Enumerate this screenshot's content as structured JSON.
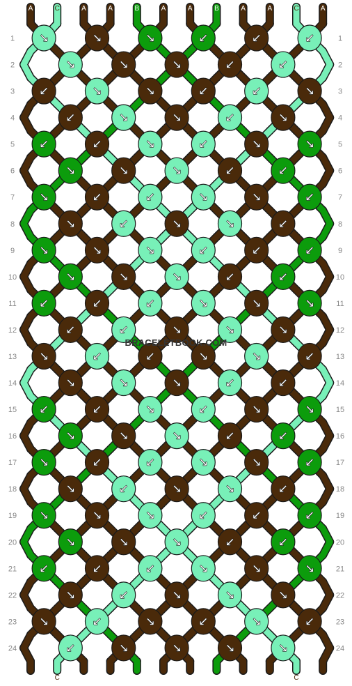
{
  "colors": {
    "A": "#4a2a0a",
    "B": "#0c9c0c",
    "C": "#78f0b8",
    "arrow": "#ffffff",
    "row_number": "#888888"
  },
  "strands_top": [
    "A",
    "C",
    "A",
    "A",
    "B",
    "A",
    "A",
    "B",
    "A",
    "A",
    "C",
    "A"
  ],
  "strands_bottom": [
    "A",
    "C",
    "A",
    "A",
    "B",
    "A",
    "A",
    "B",
    "A",
    "A",
    "C",
    "A"
  ],
  "row_numbers": [
    "1",
    "2",
    "3",
    "4",
    "5",
    "6",
    "7",
    "8",
    "9",
    "10",
    "11",
    "12",
    "13",
    "14",
    "15",
    "16",
    "17",
    "18",
    "19",
    "20",
    "21",
    "22",
    "23",
    "24"
  ],
  "watermark": "BRACELETBOOK.COM",
  "knot_rows": [
    {
      "row": "1",
      "knots": [
        {
          "color": "C",
          "arrow": "↘"
        },
        {
          "color": "A",
          "arrow": "↘"
        },
        {
          "color": "B",
          "arrow": "↘"
        },
        {
          "color": "B",
          "arrow": "↙"
        },
        {
          "color": "A",
          "arrow": "↙"
        },
        {
          "color": "C",
          "arrow": "↙"
        }
      ]
    },
    {
      "row": "2",
      "knots": [
        {
          "color": "C",
          "arrow": "↘"
        },
        {
          "color": "A",
          "arrow": "↘"
        },
        {
          "color": "A",
          "arrow": "↘"
        },
        {
          "color": "A",
          "arrow": "↙"
        },
        {
          "color": "C",
          "arrow": "↙"
        }
      ]
    },
    {
      "row": "3",
      "knots": [
        {
          "color": "A",
          "arrow": "↙"
        },
        {
          "color": "C",
          "arrow": "↘"
        },
        {
          "color": "A",
          "arrow": "↘"
        },
        {
          "color": "A",
          "arrow": "↙"
        },
        {
          "color": "C",
          "arrow": "↙"
        },
        {
          "color": "A",
          "arrow": "↘"
        }
      ]
    },
    {
      "row": "4",
      "knots": [
        {
          "color": "A",
          "arrow": "↙"
        },
        {
          "color": "C",
          "arrow": "↘"
        },
        {
          "color": "A",
          "arrow": "↘"
        },
        {
          "color": "C",
          "arrow": "↙"
        },
        {
          "color": "A",
          "arrow": "↘"
        }
      ]
    },
    {
      "row": "5",
      "knots": [
        {
          "color": "B",
          "arrow": "↙"
        },
        {
          "color": "A",
          "arrow": "↙"
        },
        {
          "color": "C",
          "arrow": "↘"
        },
        {
          "color": "C",
          "arrow": "↙"
        },
        {
          "color": "A",
          "arrow": "↘"
        },
        {
          "color": "B",
          "arrow": "↘"
        }
      ]
    },
    {
      "row": "6",
      "knots": [
        {
          "color": "B",
          "arrow": "↘"
        },
        {
          "color": "A",
          "arrow": "↘"
        },
        {
          "color": "C",
          "arrow": "↘"
        },
        {
          "color": "A",
          "arrow": "↙"
        },
        {
          "color": "B",
          "arrow": "↙"
        }
      ]
    },
    {
      "row": "7",
      "knots": [
        {
          "color": "B",
          "arrow": "↘"
        },
        {
          "color": "A",
          "arrow": "↙"
        },
        {
          "color": "C",
          "arrow": "↙"
        },
        {
          "color": "C",
          "arrow": "↘"
        },
        {
          "color": "A",
          "arrow": "↘"
        },
        {
          "color": "B",
          "arrow": "↙"
        }
      ]
    },
    {
      "row": "8",
      "knots": [
        {
          "color": "A",
          "arrow": "↘"
        },
        {
          "color": "C",
          "arrow": "↙"
        },
        {
          "color": "A",
          "arrow": "↘"
        },
        {
          "color": "C",
          "arrow": "↘"
        },
        {
          "color": "A",
          "arrow": "↙"
        }
      ]
    },
    {
      "row": "9",
      "knots": [
        {
          "color": "B",
          "arrow": "↘"
        },
        {
          "color": "A",
          "arrow": "↘"
        },
        {
          "color": "C",
          "arrow": "↘"
        },
        {
          "color": "C",
          "arrow": "↙"
        },
        {
          "color": "A",
          "arrow": "↙"
        },
        {
          "color": "B",
          "arrow": "↙"
        }
      ]
    },
    {
      "row": "10",
      "knots": [
        {
          "color": "B",
          "arrow": "↘"
        },
        {
          "color": "A",
          "arrow": "↘"
        },
        {
          "color": "C",
          "arrow": "↘"
        },
        {
          "color": "A",
          "arrow": "↙"
        },
        {
          "color": "B",
          "arrow": "↙"
        }
      ]
    },
    {
      "row": "11",
      "knots": [
        {
          "color": "B",
          "arrow": "↙"
        },
        {
          "color": "A",
          "arrow": "↙"
        },
        {
          "color": "C",
          "arrow": "↙"
        },
        {
          "color": "C",
          "arrow": "↘"
        },
        {
          "color": "A",
          "arrow": "↘"
        },
        {
          "color": "B",
          "arrow": "↘"
        }
      ]
    },
    {
      "row": "12",
      "knots": [
        {
          "color": "A",
          "arrow": "↙"
        },
        {
          "color": "C",
          "arrow": "↙"
        },
        {
          "color": "A",
          "arrow": "↘"
        },
        {
          "color": "C",
          "arrow": "↘"
        },
        {
          "color": "A",
          "arrow": "↘"
        }
      ]
    },
    {
      "row": "13",
      "knots": [
        {
          "color": "A",
          "arrow": "↘"
        },
        {
          "color": "C",
          "arrow": "↙"
        },
        {
          "color": "A",
          "arrow": "↙"
        },
        {
          "color": "A",
          "arrow": "↘"
        },
        {
          "color": "C",
          "arrow": "↘"
        },
        {
          "color": "A",
          "arrow": "↙"
        }
      ]
    },
    {
      "row": "14",
      "knots": [
        {
          "color": "A",
          "arrow": "↘"
        },
        {
          "color": "C",
          "arrow": "↘"
        },
        {
          "color": "A",
          "arrow": "↘"
        },
        {
          "color": "C",
          "arrow": "↙"
        },
        {
          "color": "A",
          "arrow": "↙"
        }
      ]
    },
    {
      "row": "15",
      "knots": [
        {
          "color": "B",
          "arrow": "↙"
        },
        {
          "color": "A",
          "arrow": "↙"
        },
        {
          "color": "C",
          "arrow": "↘"
        },
        {
          "color": "C",
          "arrow": "↙"
        },
        {
          "color": "A",
          "arrow": "↘"
        },
        {
          "color": "B",
          "arrow": "↘"
        }
      ]
    },
    {
      "row": "16",
      "knots": [
        {
          "color": "B",
          "arrow": "↘"
        },
        {
          "color": "A",
          "arrow": "↘"
        },
        {
          "color": "C",
          "arrow": "↘"
        },
        {
          "color": "A",
          "arrow": "↙"
        },
        {
          "color": "B",
          "arrow": "↙"
        }
      ]
    },
    {
      "row": "17",
      "knots": [
        {
          "color": "B",
          "arrow": "↘"
        },
        {
          "color": "A",
          "arrow": "↙"
        },
        {
          "color": "C",
          "arrow": "↙"
        },
        {
          "color": "C",
          "arrow": "↘"
        },
        {
          "color": "A",
          "arrow": "↘"
        },
        {
          "color": "B",
          "arrow": "↙"
        }
      ]
    },
    {
      "row": "18",
      "knots": [
        {
          "color": "A",
          "arrow": "↘"
        },
        {
          "color": "C",
          "arrow": "↙"
        },
        {
          "color": "A",
          "arrow": "↘"
        },
        {
          "color": "C",
          "arrow": "↘"
        },
        {
          "color": "A",
          "arrow": "↙"
        }
      ]
    },
    {
      "row": "19",
      "knots": [
        {
          "color": "B",
          "arrow": "↘"
        },
        {
          "color": "A",
          "arrow": "↘"
        },
        {
          "color": "C",
          "arrow": "↘"
        },
        {
          "color": "C",
          "arrow": "↙"
        },
        {
          "color": "A",
          "arrow": "↙"
        },
        {
          "color": "B",
          "arrow": "↙"
        }
      ]
    },
    {
      "row": "20",
      "knots": [
        {
          "color": "B",
          "arrow": "↘"
        },
        {
          "color": "A",
          "arrow": "↘"
        },
        {
          "color": "C",
          "arrow": "↘"
        },
        {
          "color": "A",
          "arrow": "↙"
        },
        {
          "color": "B",
          "arrow": "↙"
        }
      ]
    },
    {
      "row": "21",
      "knots": [
        {
          "color": "B",
          "arrow": "↙"
        },
        {
          "color": "A",
          "arrow": "↙"
        },
        {
          "color": "C",
          "arrow": "↙"
        },
        {
          "color": "C",
          "arrow": "↘"
        },
        {
          "color": "A",
          "arrow": "↘"
        },
        {
          "color": "B",
          "arrow": "↘"
        }
      ]
    },
    {
      "row": "22",
      "knots": [
        {
          "color": "A",
          "arrow": "↘"
        },
        {
          "color": "C",
          "arrow": "↙"
        },
        {
          "color": "A",
          "arrow": "↘"
        },
        {
          "color": "C",
          "arrow": "↘"
        },
        {
          "color": "A",
          "arrow": "↘"
        }
      ]
    },
    {
      "row": "23",
      "knots": [
        {
          "color": "A",
          "arrow": "↘"
        },
        {
          "color": "C",
          "arrow": "↙"
        },
        {
          "color": "A",
          "arrow": "↘"
        },
        {
          "color": "A",
          "arrow": "↙"
        },
        {
          "color": "C",
          "arrow": "↘"
        },
        {
          "color": "A",
          "arrow": "↙"
        }
      ]
    },
    {
      "row": "24",
      "knots": [
        {
          "color": "C",
          "arrow": "↙"
        },
        {
          "color": "A",
          "arrow": "↘"
        },
        {
          "color": "A",
          "arrow": "↘"
        },
        {
          "color": "A",
          "arrow": "↘"
        },
        {
          "color": "C",
          "arrow": "↘"
        }
      ]
    }
  ]
}
